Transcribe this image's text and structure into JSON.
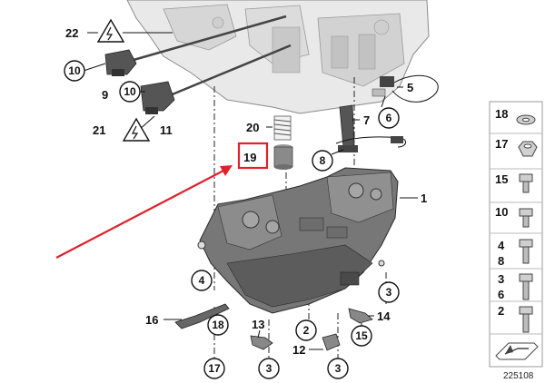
{
  "diagram": {
    "document_number": "225108",
    "highlighted_part": "19"
  },
  "callouts": {
    "c1": "1",
    "c2": "2",
    "c3a": "3",
    "c3b": "3",
    "c3c": "3",
    "c4": "4",
    "c5": "5",
    "c6": "6",
    "c7": "7",
    "c8": "8",
    "c9": "9",
    "c10a": "10",
    "c10b": "10",
    "c11": "11",
    "c12": "12",
    "c13": "13",
    "c14": "14",
    "c15": "15",
    "c16": "16",
    "c17": "17",
    "c18": "18",
    "c19": "19",
    "c20": "20",
    "c21": "21",
    "c22": "22"
  },
  "sidebar": {
    "items": [
      {
        "label": "18"
      },
      {
        "label": "17"
      },
      {
        "label": "15"
      },
      {
        "label": "10"
      },
      {
        "label": "4"
      },
      {
        "label": "8"
      },
      {
        "label": "3"
      },
      {
        "label": "6"
      },
      {
        "label": "2"
      }
    ]
  },
  "colors": {
    "highlight_box": "#e0202a",
    "arrow": "#e0202a",
    "casting": "#e6e6e6",
    "valve_body": "#6a6a6a"
  },
  "icons": [
    "warning-electrical-icon",
    "arrow-indicator-icon"
  ]
}
